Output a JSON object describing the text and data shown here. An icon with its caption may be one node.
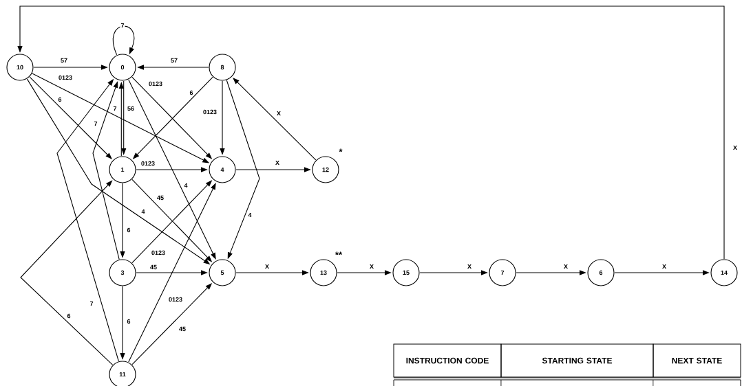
{
  "diagram": {
    "nodes": [
      {
        "text": [
          "10"
        ]
      },
      {
        "text": [
          "0"
        ]
      },
      {
        "text": [
          "8"
        ]
      },
      {
        "text": [
          "1"
        ]
      },
      {
        "text": [
          "4"
        ]
      },
      {
        "text": [
          "12"
        ],
        "beside": [
          "*"
        ]
      },
      {
        "text": [
          "3"
        ]
      },
      {
        "text": [
          "5"
        ]
      },
      {
        "text": [
          "13"
        ],
        "beside": [
          "**"
        ]
      },
      {
        "text": [
          "15"
        ]
      },
      {
        "text": [
          "7"
        ]
      },
      {
        "text": [
          "6"
        ]
      },
      {
        "text": [
          "14"
        ]
      },
      {
        "text": [
          "11"
        ]
      }
    ],
    "edges": [
      {
        "from": 1,
        "to": 1,
        "arrow": "to",
        "label": "7"
      },
      {
        "from": 0,
        "to": 1,
        "arrow": "to",
        "label": "57"
      },
      {
        "from": 2,
        "to": 1,
        "arrow": "to",
        "label": "57"
      },
      {
        "from": 0,
        "to": 4,
        "arrow": "to",
        "label": "0123"
      },
      {
        "from": 1,
        "to": 4,
        "arrow": "to",
        "label": "0123"
      },
      {
        "from": 0,
        "to": 3,
        "arrow": "to",
        "label": "6"
      },
      {
        "from": 1,
        "to": 3,
        "arrow": "to",
        "label": "56"
      },
      {
        "from": 3,
        "to": 1,
        "arrow": "to",
        "label": "7"
      },
      {
        "from": 6,
        "to": 1,
        "arrow": "to",
        "label": "7"
      },
      {
        "from": 13,
        "to": 1,
        "arrow": "to",
        "label": "7"
      },
      {
        "from": 13,
        "to": 3,
        "arrow": "to",
        "label": "6"
      },
      {
        "from": 2,
        "to": 3,
        "arrow": "to",
        "label": "6"
      },
      {
        "from": 2,
        "to": 4,
        "arrow": "to",
        "label": "0123"
      },
      {
        "from": 2,
        "to": 7,
        "arrow": "to",
        "label": "4"
      },
      {
        "from": 5,
        "to": 2,
        "arrow": "to",
        "label": "X"
      },
      {
        "from": 4,
        "to": 5,
        "arrow": "to",
        "label": "X"
      },
      {
        "from": 3,
        "to": 4,
        "arrow": "to",
        "label": "0123"
      },
      {
        "from": 3,
        "to": 7,
        "arrow": "to",
        "label": "45"
      },
      {
        "from": 0,
        "to": 7,
        "arrow": "to",
        "label": "4"
      },
      {
        "from": 1,
        "to": 7,
        "arrow": "to",
        "label": "4"
      },
      {
        "from": 3,
        "to": 6,
        "arrow": "to",
        "label": "6"
      },
      {
        "from": 6,
        "to": 4,
        "arrow": "to",
        "label": "0123"
      },
      {
        "from": 6,
        "to": 7,
        "arrow": "to",
        "label": "45"
      },
      {
        "from": 6,
        "to": 13,
        "arrow": "to",
        "label": "6"
      },
      {
        "from": 13,
        "to": 4,
        "arrow": "to",
        "label": "0123"
      },
      {
        "from": 13,
        "to": 7,
        "arrow": "to",
        "label": "45"
      },
      {
        "from": 7,
        "to": 8,
        "arrow": "to",
        "label": "X"
      },
      {
        "from": 8,
        "to": 9,
        "arrow": "to",
        "label": "X"
      },
      {
        "from": 9,
        "to": 10,
        "arrow": "to",
        "label": "X"
      },
      {
        "from": 10,
        "to": 11,
        "arrow": "to",
        "label": "X"
      },
      {
        "from": 11,
        "to": 12,
        "arrow": "to",
        "label": "X"
      },
      {
        "from": 12,
        "to": 0,
        "arrow": "to",
        "label": "X"
      }
    ],
    "labels": [
      "INSTRUCTION CODE",
      "STARTING STATE",
      "NEXT STATE"
    ]
  }
}
